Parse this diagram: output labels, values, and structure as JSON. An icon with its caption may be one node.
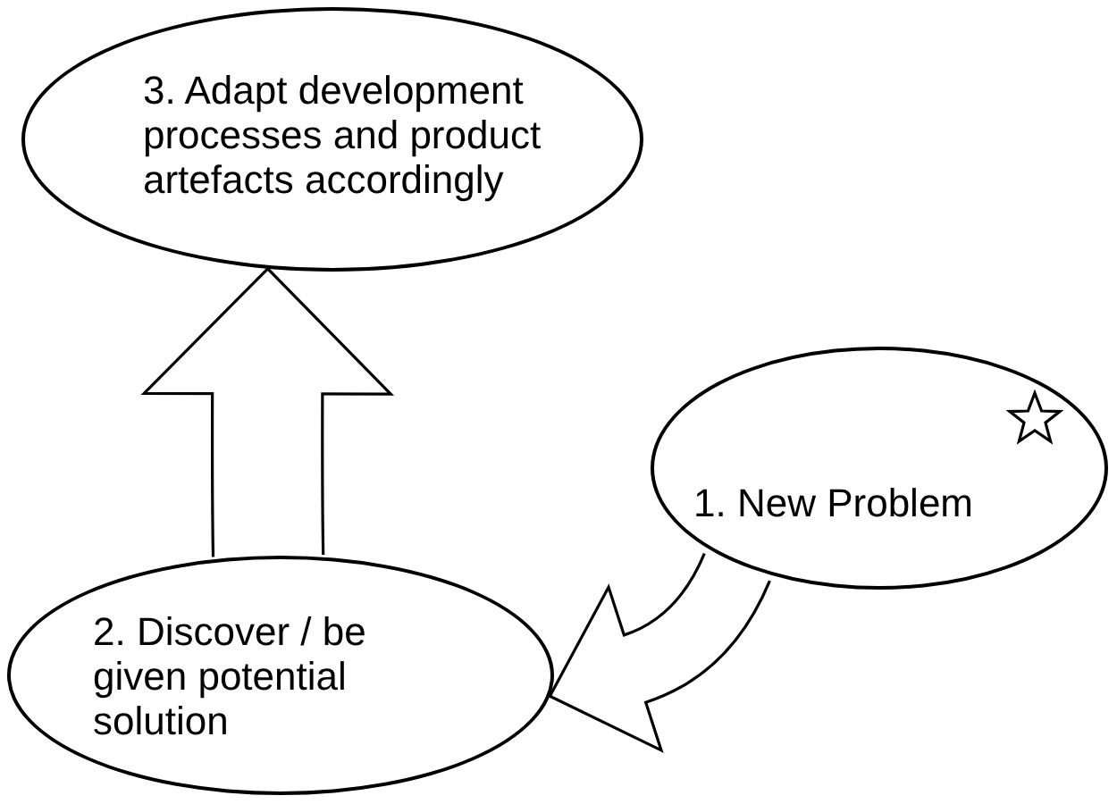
{
  "diagram": {
    "nodes": [
      {
        "text": [
          "3. Adapt development processes and product artefacts accordingly"
        ]
      },
      {
        "text": [
          "1. New Problem"
        ]
      },
      {
        "text": [
          "2. Discover / be given potential solution"
        ]
      }
    ],
    "edges": [
      {
        "from": 1,
        "to": 2,
        "arrow": "to"
      },
      {
        "from": 2,
        "to": 0,
        "arrow": "to"
      }
    ]
  }
}
